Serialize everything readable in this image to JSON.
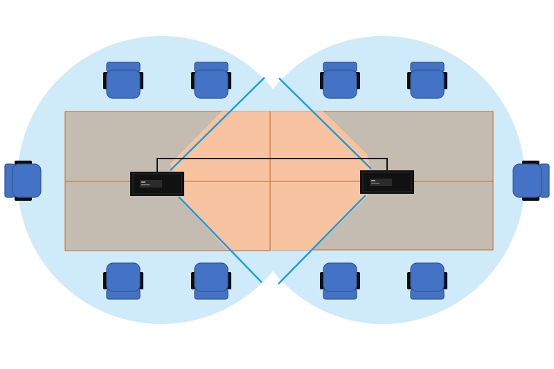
{
  "diagram": {
    "colors": {
      "coverage": "#cfeaf9",
      "table": "#c4bcb0",
      "table_border": "#c06a2c",
      "overlap": "#f7c3a0",
      "beam": "#1a9ee2",
      "cable": "#111111",
      "chair": "#4472c4",
      "chair_edge": "#2f5597",
      "chair_arm": "#0d0d0d",
      "device": "#111111"
    },
    "icons": {
      "chair": "office-chair-icon",
      "device": "ceiling-microphone-device-icon"
    },
    "chairs": [
      {
        "id": "top-1",
        "facing": "down"
      },
      {
        "id": "top-2",
        "facing": "down"
      },
      {
        "id": "top-3",
        "facing": "down"
      },
      {
        "id": "top-4",
        "facing": "down"
      },
      {
        "id": "bottom-1",
        "facing": "up"
      },
      {
        "id": "bottom-2",
        "facing": "up"
      },
      {
        "id": "bottom-3",
        "facing": "up"
      },
      {
        "id": "bottom-4",
        "facing": "up"
      },
      {
        "id": "left-end",
        "facing": "right"
      },
      {
        "id": "right-end",
        "facing": "left"
      }
    ],
    "devices": [
      {
        "id": "device-left"
      },
      {
        "id": "device-right"
      }
    ]
  }
}
